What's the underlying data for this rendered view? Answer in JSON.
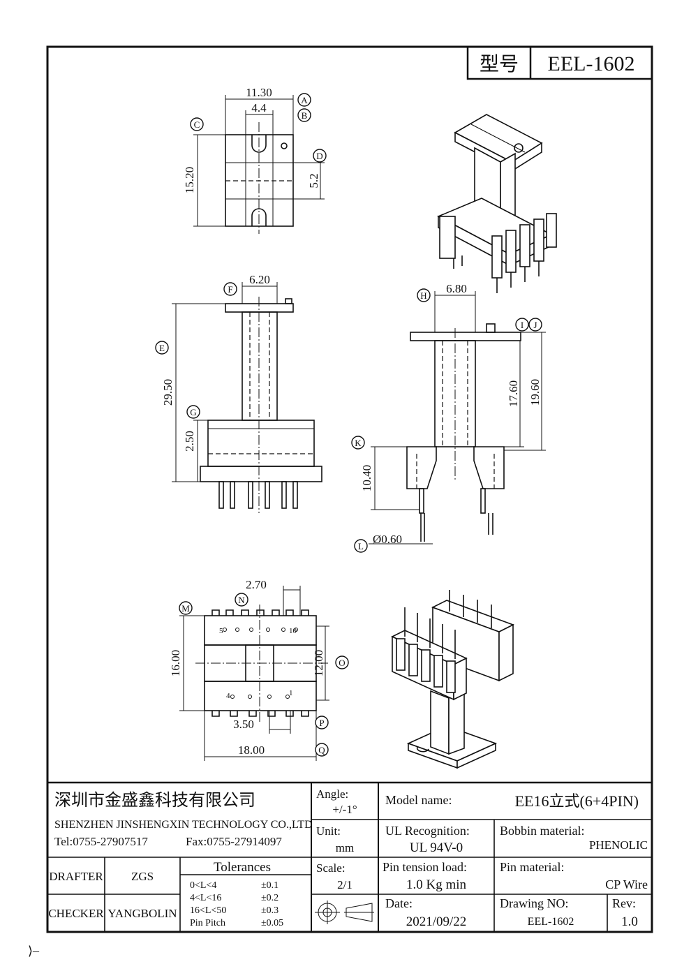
{
  "model_box": {
    "label": "型号",
    "value": "EEL-1602"
  },
  "callouts": [
    "A",
    "B",
    "C",
    "D",
    "E",
    "F",
    "G",
    "H",
    "I",
    "J",
    "K",
    "L",
    "M",
    "N",
    "O",
    "P",
    "Q"
  ],
  "dimensions": {
    "top_width": "11.30",
    "top_slot": "4.4",
    "top_height": "15.20",
    "top_offset": "5.2",
    "side_flange": "6.20",
    "side_total": "29.50",
    "side_base": "2.50",
    "front_core": "6.80",
    "front_inner": "17.60",
    "front_outer": "19.60",
    "front_pins": "10.40",
    "pin_dia": "Ø0.60",
    "bottom_pitch": "2.70",
    "bottom_height": "16.00",
    "bottom_window": "12.00",
    "bottom_row": "3.50",
    "bottom_width": "18.00"
  },
  "pin_numbers": {
    "p5": "5",
    "p10": "10",
    "p4": "4",
    "p1": "1"
  },
  "title_block": {
    "company_cn": "深圳市金盛鑫科技有限公司",
    "company_en": "SHENZHEN JINSHENGXIN TECHNOLOGY CO.,LTD",
    "tel": "Tel:0755-27907517",
    "fax": "Fax:0755-27914097",
    "drafter_label": "DRAFTER",
    "drafter": "ZGS",
    "checker_label": "CHECKER",
    "checker": "YANGBOLIN",
    "tolerances_title": "Tolerances",
    "tolerances": [
      {
        "range": "0<L<4",
        "value": "±0.1"
      },
      {
        "range": "4<L<16",
        "value": "±0.2"
      },
      {
        "range": "16<L<50",
        "value": "±0.3"
      },
      {
        "range": "Pin Pitch",
        "value": "±0.05"
      }
    ],
    "angle_label": "Angle:",
    "angle": "+/-1°",
    "unit_label": "Unit:",
    "unit": "mm",
    "scale_label": "Scale:",
    "scale": "2/1",
    "model_label": "Model name:",
    "model": "EE16立式(6+4PIN)",
    "ul_label": "UL Recognition:",
    "ul": "UL 94V-0",
    "bobbin_label": "Bobbin material:",
    "bobbin": "PHENOLIC",
    "tension_label": "Pin tension load:",
    "tension": "1.0 Kg min",
    "pinmat_label": "Pin material:",
    "pinmat": "CP Wire",
    "date_label": "Date:",
    "date": "2021/09/22",
    "drawing_label": "Drawing NO:",
    "drawing": "EEL-1602",
    "rev_label": "Rev:",
    "rev": "1.0"
  },
  "footer_mark": "⟩–"
}
